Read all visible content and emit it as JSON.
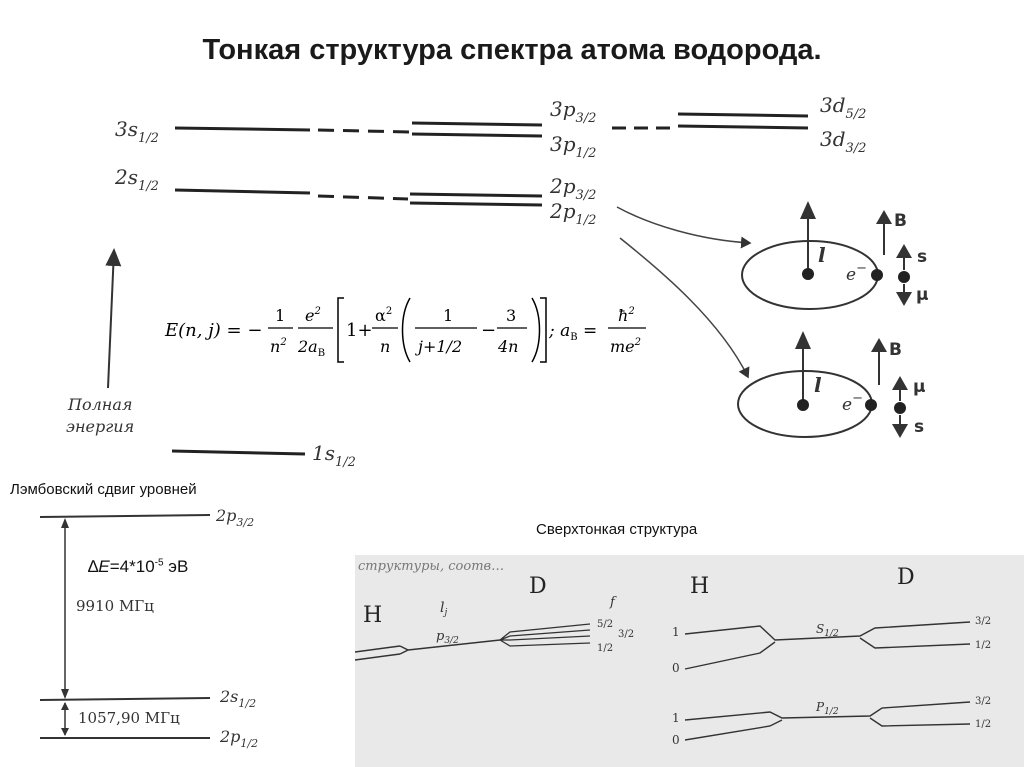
{
  "title": "Тонкая структура спектра атома водорода.",
  "fine_structure": {
    "levels": {
      "s3": {
        "main": "3s",
        "sub": "1/2"
      },
      "p3_32": {
        "main": "3p",
        "sub": "3/2"
      },
      "p3_12": {
        "main": "3p",
        "sub": "1/2"
      },
      "d3_52": {
        "main": "3d",
        "sub": "5/2"
      },
      "d3_32": {
        "main": "3d",
        "sub": "3/2"
      },
      "s2": {
        "main": "2s",
        "sub": "1/2"
      },
      "p2_32": {
        "main": "2p",
        "sub": "3/2"
      },
      "p2_12": {
        "main": "2p",
        "sub": "1/2"
      },
      "s1": {
        "main": "1s",
        "sub": "1/2"
      }
    },
    "energy_axis": {
      "line1": "Полная",
      "line2": "энергия"
    },
    "orbit_labels": {
      "l": "l",
      "electron": "e",
      "B": "B",
      "s": "s",
      "mu": "μ"
    },
    "formula": {
      "lhs": "E(n, j) = −",
      "n2": "n",
      "e2": "e",
      "two_a": "2a",
      "sub_B": "В",
      "one": "1",
      "plus": "1+",
      "alpha2": "α",
      "n": "n",
      "j_half": "j+1/2",
      "three": "3",
      "four_n": "4n",
      "a_B": "; a",
      "hbar2": "ħ",
      "me2": "me",
      "sq": "2",
      "minus": "−",
      "eq": "="
    }
  },
  "lamb": {
    "title": "Лэмбовский сдвиг уровней",
    "delta": {
      "prefix": "∆",
      "E": "E",
      "value": "=4*10",
      "exp": "-5",
      "unit": " эВ"
    },
    "freq1": "9910 МГц",
    "freq2": "1057,90 МГц",
    "levels": {
      "p32": {
        "main": "2p",
        "sub": "3/2"
      },
      "s12": {
        "main": "2s",
        "sub": "1/2"
      },
      "p12": {
        "main": "2p",
        "sub": "1/2"
      }
    }
  },
  "hyperfine": {
    "title": "Сверхтонкая структура",
    "header_text": "структуры, соотв…",
    "left": {
      "H": "H",
      "D": "D",
      "lj": "l",
      "lj_sub": "j",
      "p": "p",
      "p_sub": "3/2",
      "f": "f",
      "f_values": [
        "5/2",
        "1/2"
      ],
      "f_mid": "3/2"
    },
    "right": {
      "H": "H",
      "D": "D",
      "left_values": [
        "1",
        "0",
        "1",
        "0"
      ],
      "s": "S",
      "s_sub": "1/2",
      "p": "P",
      "p_sub": "1/2",
      "right_values": [
        "3/2",
        "1/2",
        "3/2",
        "1/2"
      ]
    }
  }
}
